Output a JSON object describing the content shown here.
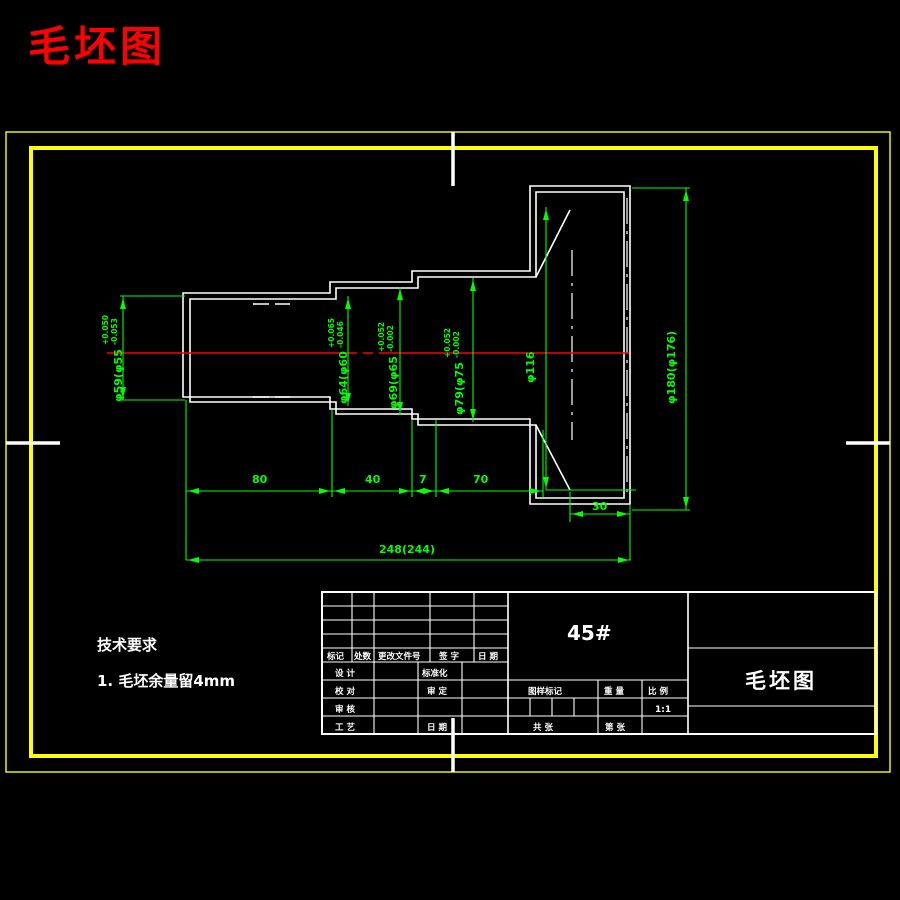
{
  "title": "毛坯图",
  "title_color": "#ff0000",
  "frame": {
    "color": "#ffff00",
    "center_mark_color": "#ffffff"
  },
  "colors": {
    "dimension": "#00ff00",
    "outline": "#ffffff",
    "centerline": "#ff0000",
    "background": "#000000"
  },
  "notes": {
    "heading": "技术要求",
    "items": [
      "1. 毛坯余量留4mm"
    ]
  },
  "dimensions": {
    "vertical": [
      {
        "id": "d59",
        "text": "φ59(φ55",
        "tol_upper": "+0.050",
        "tol_lower": "-0.053",
        "has_tol": false
      },
      {
        "id": "d64",
        "text": "φ64(φ60",
        "tol_upper": "+0.065",
        "tol_lower": "-0.046",
        "has_tol": true
      },
      {
        "id": "d69",
        "text": "φ69(φ65",
        "tol_upper": "+0.052",
        "tol_lower": "-0.002",
        "has_tol": true
      },
      {
        "id": "d79",
        "text": "φ79(φ75",
        "tol_upper": "+0.052",
        "tol_lower": "-0.002",
        "has_tol": true
      },
      {
        "id": "d116",
        "text": "φ116",
        "tol_upper": "",
        "tol_lower": "",
        "has_tol": false
      },
      {
        "id": "d180",
        "text": "φ180(φ176)",
        "tol_upper": "",
        "tol_lower": "",
        "has_tol": false
      }
    ],
    "vertical_d59_label": "φ59(φ55",
    "vertical_d59_tol_upper": "+0.050",
    "vertical_d59_tol_lower": "-0.053",
    "horizontal": [
      {
        "id": "h80",
        "text": "80"
      },
      {
        "id": "h40",
        "text": "40"
      },
      {
        "id": "h7",
        "text": "7"
      },
      {
        "id": "h70",
        "text": "70"
      },
      {
        "id": "h30",
        "text": "30"
      }
    ],
    "overall": "248(244)"
  },
  "titleblock": {
    "revision_header": [
      "标记",
      "处数",
      "更改文件号",
      "签 字",
      "日 期"
    ],
    "role_rows": [
      {
        "left": "设 计",
        "mid": "标准化"
      },
      {
        "left": "校 对",
        "mid": "审 定"
      },
      {
        "left": "审 核",
        "mid": ""
      },
      {
        "left": "工 艺",
        "mid": "日 期"
      }
    ],
    "material": "45#",
    "mid_headers": [
      "图样标记",
      "重 量",
      "比 例"
    ],
    "scale_value": "1:1",
    "sheet_of": "共    张",
    "sheet_no": "第    张",
    "drawing_name": "毛坯图"
  }
}
